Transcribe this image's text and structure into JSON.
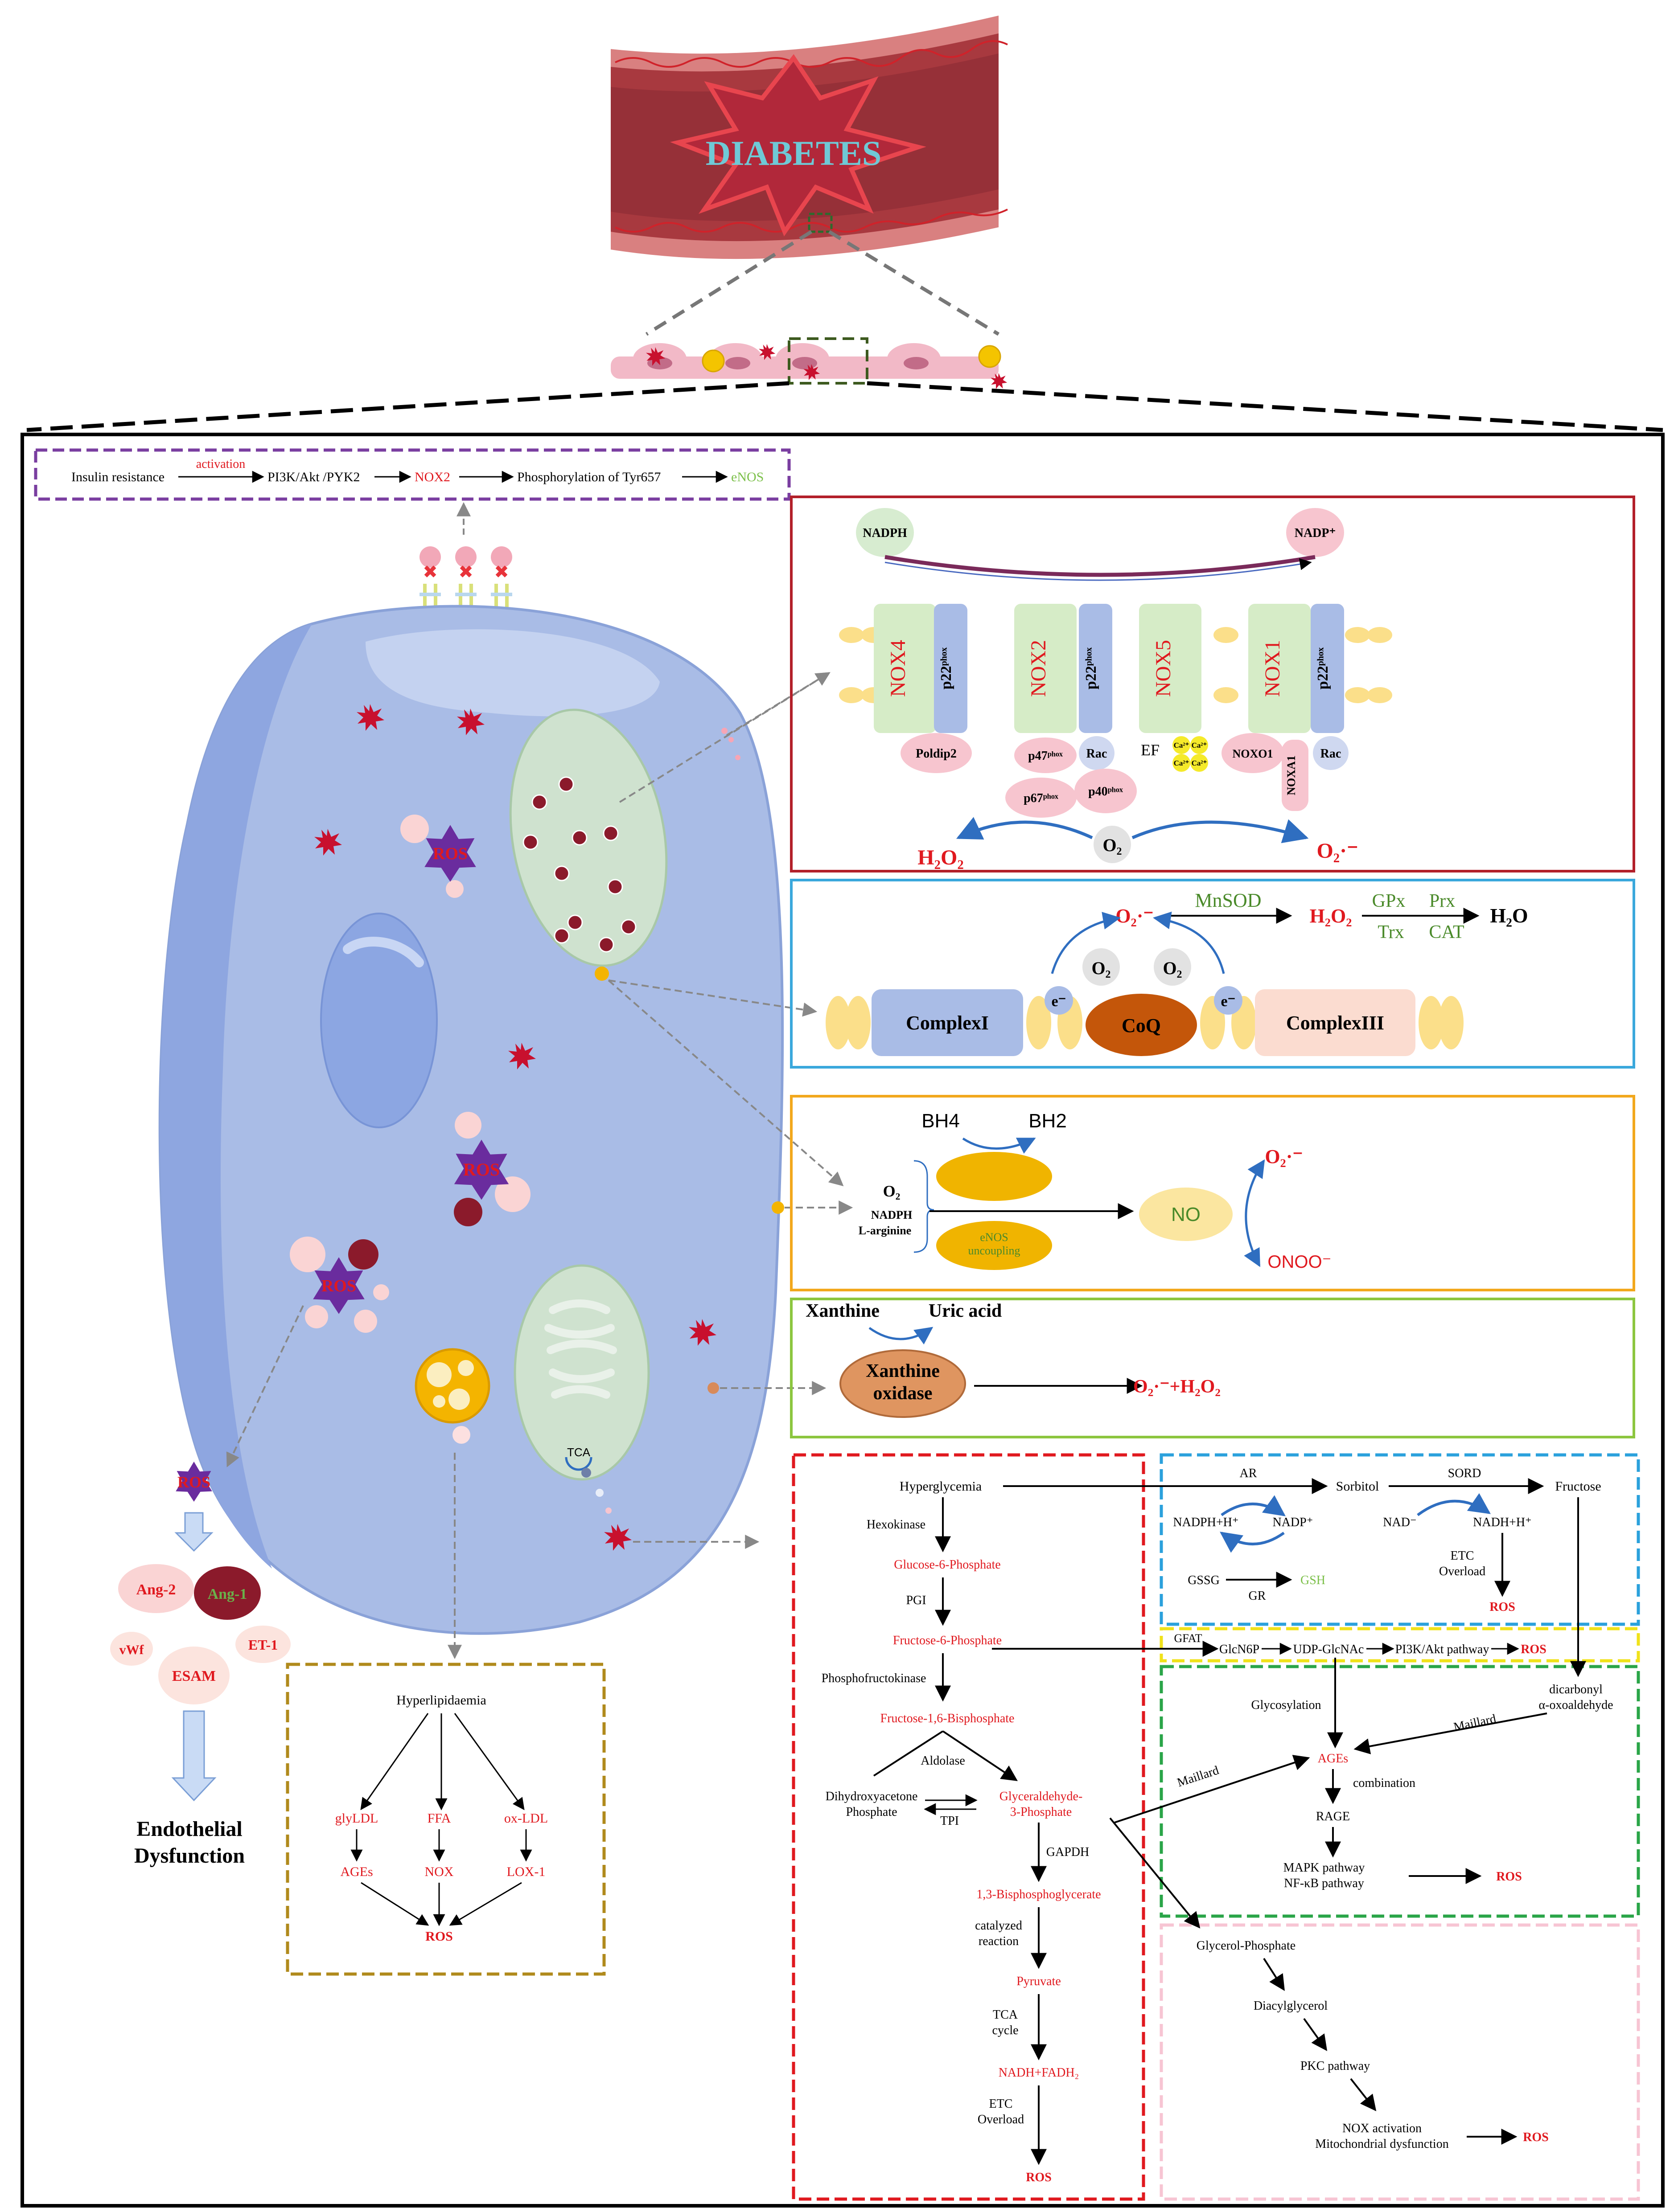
{
  "banner": {
    "title": "DIABETES"
  },
  "insulin_bar": {
    "insulin_resistance": "Insulin resistance",
    "activation": "activation",
    "pi3k": "PI3K/Akt /PYK2",
    "nox2": "NOX2",
    "phospho": "Phosphorylation of Tyr657",
    "enos": "eNOS"
  },
  "cell": {
    "ros": "ROS",
    "tca": "TCA"
  },
  "outside": {
    "ros": "ROS",
    "ang2": "Ang-2",
    "ang1": "Ang-1",
    "vwf": "vWf",
    "et1": "ET-1",
    "esam": "ESAM",
    "endothelial_1": "Endothelial",
    "endothelial_2": "Dysfunction"
  },
  "lipid": {
    "hyper": "Hyperlipidaemia",
    "glyldl": "glyLDL",
    "ffa": "FFA",
    "oxldl": "ox-LDL",
    "ages": "AGEs",
    "nox": "NOX",
    "lox1": "LOX-1",
    "ros": "ROS"
  },
  "nox_panel": {
    "nadph": "NADPH",
    "nadp": "NADP⁺",
    "nox4": "NOX4",
    "nox2": "NOX2",
    "nox5": "NOX5",
    "nox1": "NOX1",
    "p22": "p22ᵖʰᵒˣ",
    "poldip2": "Poldip2",
    "p47": "p47ᵖʰᵒˣ",
    "p67": "p67ᵖʰᵒˣ",
    "p40": "p40ᵖʰᵒˣ",
    "rac": "Rac",
    "ef": "EF",
    "ca": "Ca²⁺",
    "noxo1": "NOXO1",
    "noxa1": "NOXA1",
    "h2o2": "H₂O₂",
    "o2": "O₂",
    "o2rad": "O₂·⁻"
  },
  "mito_panel": {
    "o2rad": "O₂·⁻",
    "mnsod": "MnSOD",
    "h2o2": "H₂O₂",
    "gpx": "GPx",
    "prx": "Prx",
    "trx": "Trx",
    "cat": "CAT",
    "h2o": "H₂O",
    "o2": "O₂",
    "e": "e⁻",
    "complex1": "ComplexI",
    "coq": "CoQ",
    "complex3": "ComplexIII"
  },
  "enos_panel": {
    "bh4": "BH4",
    "bh2": "BH2",
    "o2": "O₂",
    "nadph": "NADPH",
    "larg": "L-arginine",
    "enos_unc_1": "eNOS",
    "enos_unc_2": "uncoupling",
    "no": "NO",
    "o2rad": "O₂·⁻",
    "onoo": "ONOO⁻"
  },
  "xo_panel": {
    "xanthine": "Xanthine",
    "uric": "Uric acid",
    "xo_1": "Xanthine",
    "xo_2": "oxidase",
    "product": "O₂·⁻+H₂O₂"
  },
  "glycolysis": {
    "hyper": "Hyperglycemia",
    "hexokinase": "Hexokinase",
    "g6p": "Glucose-6-Phosphate",
    "pgi": "PGI",
    "f6p": "Fructose-6-Phosphate",
    "pfk": "Phosphofructokinase",
    "f16bp": "Fructose-1,6-Bisphosphate",
    "aldolase": "Aldolase",
    "dhap_1": "Dihydroxyacetone",
    "dhap_2": "Phosphate",
    "tpi": "TPI",
    "g3p_1": "Glyceraldehyde-",
    "g3p_2": "3-Phosphate",
    "gapdh": "GAPDH",
    "bpg": "1,3-Bisphosphoglycerate",
    "cat_1": "catalyzed",
    "cat_2": "reaction",
    "pyruvate": "Pyruvate",
    "tca_1": "TCA",
    "tca_2": "cycle",
    "nadh": "NADH+FADH₂",
    "etc_1": "ETC",
    "etc_2": "Overload",
    "ros": "ROS"
  },
  "polyol": {
    "ar": "AR",
    "sorbitol": "Sorbitol",
    "sord": "SORD",
    "fructose": "Fructose",
    "nadph_h": "NADPH+H⁺",
    "nadp": "NADP⁺",
    "nad": "NAD⁻",
    "nadh_h": "NADH+H⁺",
    "gssg": "GSSG",
    "gsh": "GSH",
    "gr": "GR",
    "etc_1": "ETC",
    "etc_2": "Overload",
    "ros": "ROS"
  },
  "hexosamine": {
    "gfat": "GFAT",
    "glcn6p": "GlcN6P",
    "udp": "UDP-GlcNAc",
    "pi3k": "PI3K/Akt pathway",
    "ros": "ROS"
  },
  "age_panel": {
    "dicarbonyl_1": "dicarbonyl",
    "dicarbonyl_2": "α-oxoaldehyde",
    "glycosylation": "Glycosylation",
    "maillard": "Maillard",
    "ages": "AGEs",
    "combination": "combination",
    "rage": "RAGE",
    "mapk_1": "MAPK pathway",
    "mapk_2": "NF-κB pathway",
    "ros": "ROS"
  },
  "pkc_panel": {
    "glyc_p": "Glycerol-Phosphate",
    "dag": "Diacylglycerol",
    "pkc": "PKC pathway",
    "nox_1": "NOX activation",
    "nox_2": "Mitochondrial dysfunction",
    "ros": "ROS"
  }
}
